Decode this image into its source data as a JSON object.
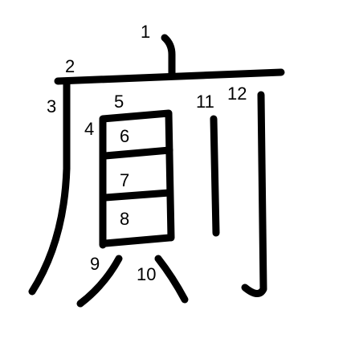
{
  "character": "廁",
  "ink_color": "#000000",
  "background_color": "#ffffff",
  "stroke_count": 12,
  "stroke_numbers": [
    "1",
    "2",
    "3",
    "4",
    "5",
    "6",
    "7",
    "8",
    "9",
    "10",
    "11",
    "12"
  ]
}
